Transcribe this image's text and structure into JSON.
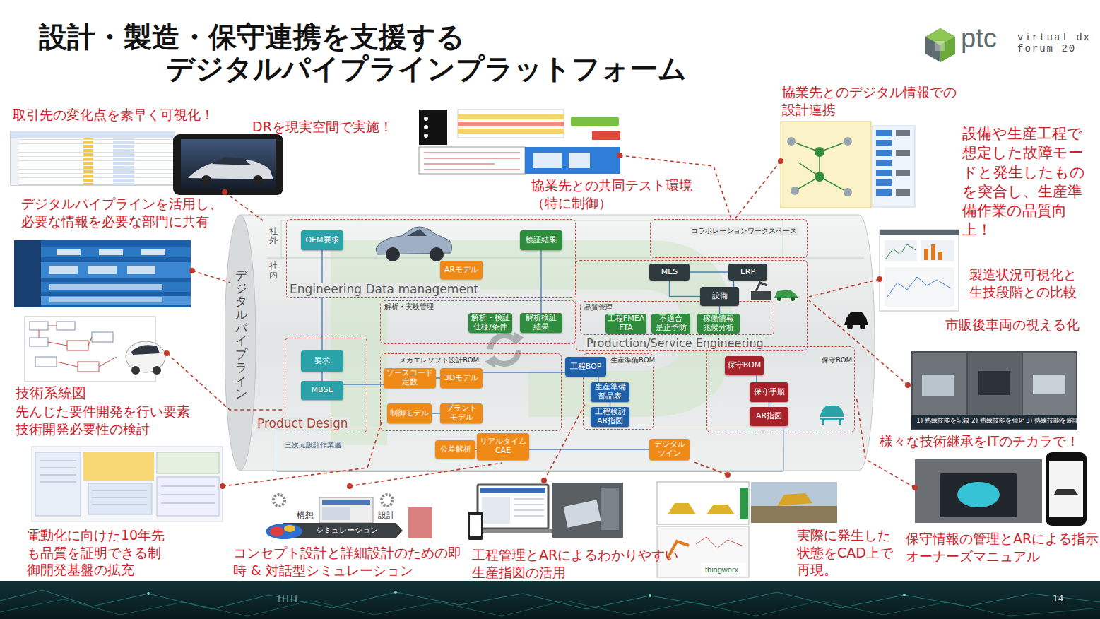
{
  "diagram": {
    "title": "設計・製造・保守連携を支援する デジタルパイプラインプラットフォーム",
    "nodes": [
      {
        "text": [
          "デジタルパイプライン"
        ]
      },
      {
        "text": [
          "Engineering Data management"
        ],
        "in": 0
      },
      {
        "text": [
          "OEM要求"
        ],
        "in": 1
      },
      {
        "text": [
          "ARモデル"
        ],
        "in": 1
      },
      {
        "text": [
          "検証結果"
        ],
        "in": 1
      },
      {
        "text": [
          "コラボレーションワークスペース"
        ],
        "in": 0
      },
      {
        "text": [
          "Production/Service Engineering"
        ],
        "in": 0
      },
      {
        "text": [
          "MES"
        ],
        "in": 6
      },
      {
        "text": [
          "ERP"
        ],
        "in": 6
      },
      {
        "text": [
          "設備"
        ],
        "in": 6
      },
      {
        "text": [
          "品質管理"
        ],
        "in": 6
      },
      {
        "text": [
          "工程FMEA FTA"
        ],
        "in": 10
      },
      {
        "text": [
          "不適合 是正予防"
        ],
        "in": 10
      },
      {
        "text": [
          "稼働情報 兆候分析"
        ],
        "in": 10
      },
      {
        "text": [
          "解析・実験管理"
        ],
        "in": 0
      },
      {
        "text": [
          "解析・検証 仕様/条件"
        ],
        "in": 14
      },
      {
        "text": [
          "解析検証 結果"
        ],
        "in": 14
      },
      {
        "text": [
          "Product Design"
        ],
        "in": 0
      },
      {
        "text": [
          "要求"
        ],
        "in": 17
      },
      {
        "text": [
          "MBSE"
        ],
        "in": 17
      },
      {
        "text": [
          "メカエレソフト設計BOM"
        ],
        "in": 0
      },
      {
        "text": [
          "ソースコード 定数"
        ],
        "in": 20
      },
      {
        "text": [
          "3Dモデル"
        ],
        "in": 20
      },
      {
        "text": [
          "制御モデル"
        ],
        "in": 20
      },
      {
        "text": [
          "プラント モデル"
        ],
        "in": 20
      },
      {
        "text": [
          "工程BOP"
        ],
        "in": 0
      },
      {
        "text": [
          "生産準備BOM"
        ],
        "in": 0
      },
      {
        "text": [
          "生産準備 部品表"
        ],
        "in": 26
      },
      {
        "text": [
          "工程検討 AR指図"
        ],
        "in": 26
      },
      {
        "text": [
          "保守BOM"
        ],
        "in": 0
      },
      {
        "text": [
          "保守BOM"
        ],
        "in": 29
      },
      {
        "text": [
          "保守手順"
        ],
        "in": 29
      },
      {
        "text": [
          "AR指図"
        ],
        "in": 29
      },
      {
        "text": [
          "三次元設計作業層"
        ],
        "in": 0
      },
      {
        "text": [
          "公差解析"
        ],
        "in": 33
      },
      {
        "text": [
          "リアルタイム CAE"
        ],
        "in": 33
      },
      {
        "text": [
          "デジタル ツイン"
        ],
        "in": 33
      }
    ],
    "edges": [
      {
        "from": 2,
        "to": 18,
        "arrow": "none"
      },
      {
        "from": 18,
        "to": 19,
        "arrow": "none"
      },
      {
        "from": 4,
        "to": 16,
        "arrow": "none"
      },
      {
        "from": 7,
        "to": 8,
        "arrow": "none"
      },
      {
        "from": 7,
        "to": 9,
        "arrow": "none"
      },
      {
        "from": 8,
        "to": 9,
        "arrow": "none"
      },
      {
        "from": 9,
        "to": 13,
        "arrow": "none"
      },
      {
        "from": 19,
        "to": 21,
        "arrow": "none"
      },
      {
        "from": 21,
        "to": 22,
        "arrow": "none"
      },
      {
        "from": 23,
        "to": 24,
        "arrow": "none"
      },
      {
        "from": 22,
        "to": 25,
        "arrow": "none"
      },
      {
        "from": 25,
        "to": 27,
        "arrow": "none"
      },
      {
        "from": 27,
        "to": 28,
        "arrow": "none"
      },
      {
        "from": 30,
        "to": 31,
        "arrow": "none"
      },
      {
        "from": 31,
        "to": 32,
        "arrow": "none"
      },
      {
        "from": 34,
        "to": 35,
        "arrow": "none"
      },
      {
        "from": 35,
        "to": 36,
        "arrow": "none"
      }
    ],
    "labels": [
      "ptc",
      "virtual dx",
      "forum 20",
      "取引先の変化点を素早く可視化！",
      "DRを現実空間で実施！",
      "デジタルパイプラインを活用し、必要な情報を必要な部門に共有",
      "協業先とのデジタル情報での設計連携",
      "協業先との共同テスト環境（特に制御）",
      "設備や生産工程で想定した故障モードと発生したものを突合し、生産準備作業の品質向上！",
      "製造状況可視化と生技段階との比較",
      "市販後車両の視える化",
      "社外",
      "社内",
      "技術系統図",
      "先んじた要件開発を行い要素技術開発必要性の検討",
      "様々な技術継承をITのチカラで！",
      "1) 熟練技能を記録",
      "2) 熟練技能を強化",
      "3) 熟練技能を展開",
      "構想",
      "シミュレーション",
      "設計",
      "thingworx",
      "電動化に向けた10年先も品質を証明できる制御開発基盤の拡充",
      "コンセプト設計と詳細設計のための即時 & 対話型シミュレーション",
      "工程管理とARによるわかりやすい生産指図の活用",
      "実際に発生した状態をCAD上で再現。",
      "保守情報の管理とARによる指示 オーナーズマニュアル",
      "14"
    ]
  }
}
